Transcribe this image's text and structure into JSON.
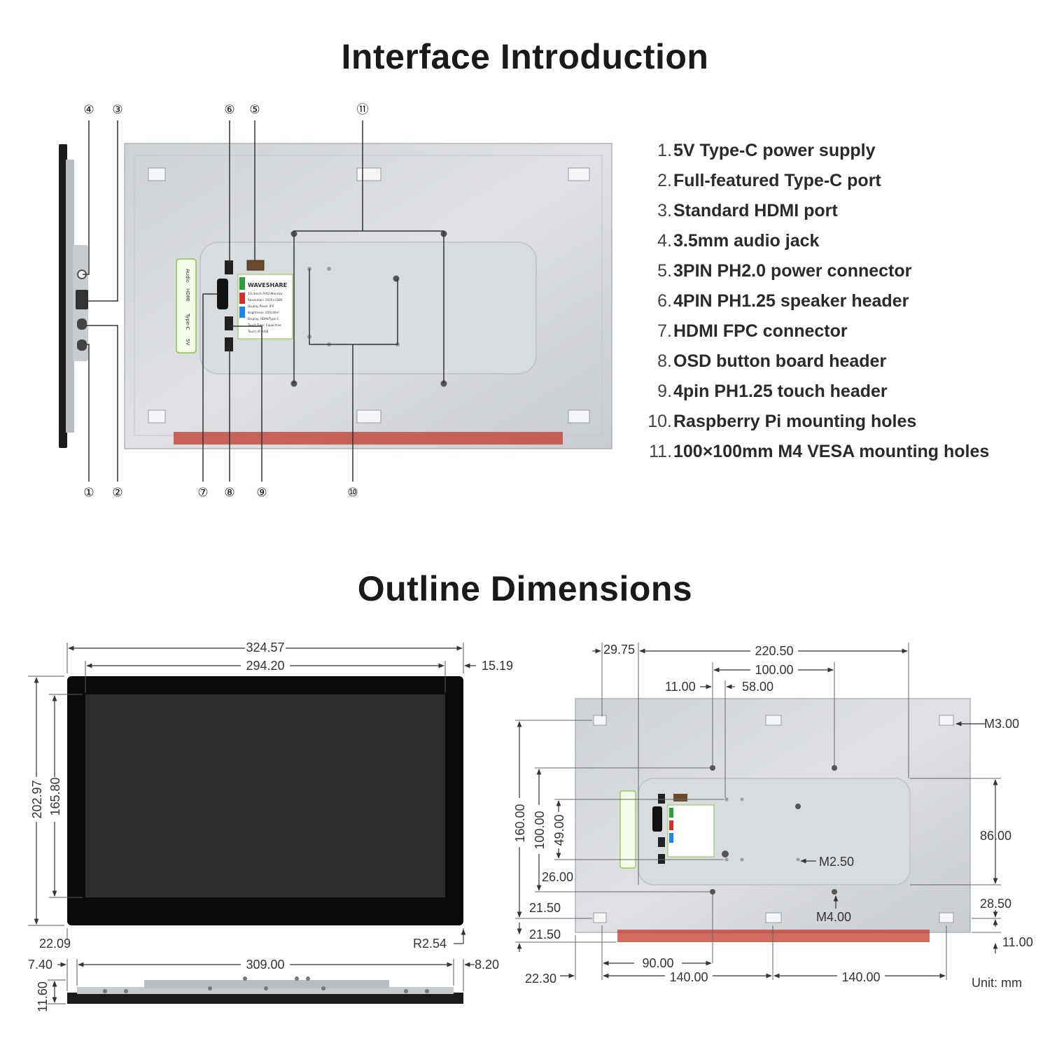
{
  "titles": {
    "interface": "Interface Introduction",
    "outline": "Outline Dimensions"
  },
  "interfaces": [
    {
      "num": "1.",
      "text": "5V Type-C power supply"
    },
    {
      "num": "2.",
      "text": "Full-featured Type-C port"
    },
    {
      "num": "3.",
      "text": "Standard HDMI port"
    },
    {
      "num": "4.",
      "text": "3.5mm audio jack"
    },
    {
      "num": "5.",
      "text": "3PIN PH2.0 power connector"
    },
    {
      "num": "6.",
      "text": "4PIN PH1.25 speaker header"
    },
    {
      "num": "7.",
      "text": "HDMI FPC connector"
    },
    {
      "num": "8.",
      "text": "OSD button board header"
    },
    {
      "num": "9.",
      "text": "4pin PH1.25 touch header"
    },
    {
      "num": "10.",
      "text": "Raspberry Pi mounting holes"
    },
    {
      "num": "11.",
      "text": "100×100mm M4 VESA mounting holes"
    }
  ],
  "callouts": {
    "c1": "①",
    "c2": "②",
    "c3": "③",
    "c4": "④",
    "c5": "⑤",
    "c6": "⑥",
    "c7": "⑦",
    "c8": "⑧",
    "c9": "⑨",
    "c10": "⑩",
    "c11": "⑪"
  },
  "side_labels": {
    "audio": "Audio",
    "hdmi": "HDMI",
    "typec": "Type-C",
    "v5": "5V"
  },
  "product_label": {
    "brand": "WAVESHARE",
    "model": "13.3inch FHD Monitor",
    "res": "Resolution: 1920×1080",
    "panel": "Display Panel: IPS",
    "bright": "Brightness: 250cd/m²",
    "display": "Display: HDMI/Type-C",
    "touch_type": "Touch Type: Capacitive",
    "touch_if": "Touch I/F: USB"
  },
  "front_dims": {
    "width": "324.57",
    "active_width": "294.20",
    "bezel": "15.19",
    "height": "202.97",
    "active_height": "165.80",
    "left_offset": "22.09",
    "radius": "R2.54"
  },
  "side_dims": {
    "left": "7.40",
    "length": "309.00",
    "right": "8.20",
    "thickness": "11.60"
  },
  "rear_dims": {
    "d2975": "29.75",
    "d22050": "220.50",
    "d10000": "100.00",
    "d1100": "11.00",
    "d5800": "58.00",
    "m300": "M3.00",
    "d16000": "160.00",
    "d10000v": "100.00",
    "d4900": "49.00",
    "d8600": "86.00",
    "m250": "M2.50",
    "d2600": "26.00",
    "d2850": "28.50",
    "d2150a": "21.50",
    "m400": "M4.00",
    "d2150b": "21.50",
    "d1100b": "11.00",
    "d9000": "90.00",
    "d2230": "22.30",
    "d14000a": "140.00",
    "d14000b": "140.00",
    "unit": "Unit: mm"
  }
}
